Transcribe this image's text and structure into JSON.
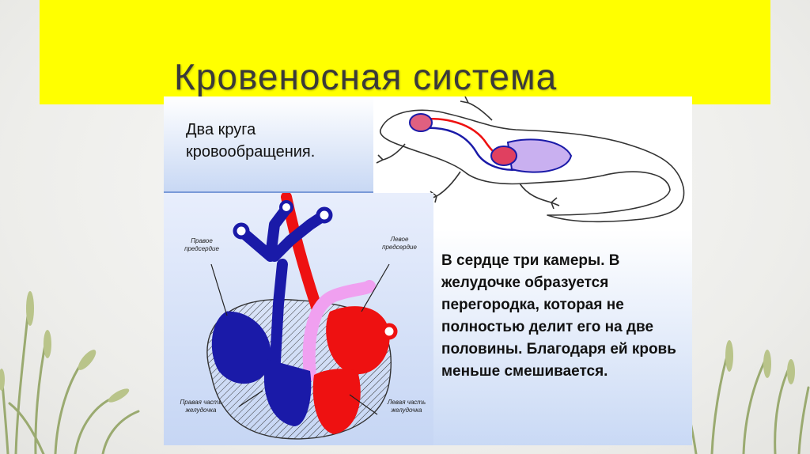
{
  "slide": {
    "title": "Кровеносная система"
  },
  "figure": {
    "caption_top": "Два круга кровообращения.",
    "caption_main": "В сердце три камеры. В желудочке образуется перегородка, которая не полностью делит его на две половины. Благодаря ей кровь меньше смешивается.",
    "labels": {
      "right_atrium": "Правое предсердие",
      "left_atrium": "Левое предсердие",
      "right_ventricle": "Правая часть желудочка",
      "left_ventricle": "Левая часть желудочка"
    }
  },
  "colors": {
    "title_bar": "#ffff00",
    "venous_blue": "#1a1aa8",
    "arterial_red": "#ee1111",
    "mixed_pink": "#f0a0f0"
  }
}
